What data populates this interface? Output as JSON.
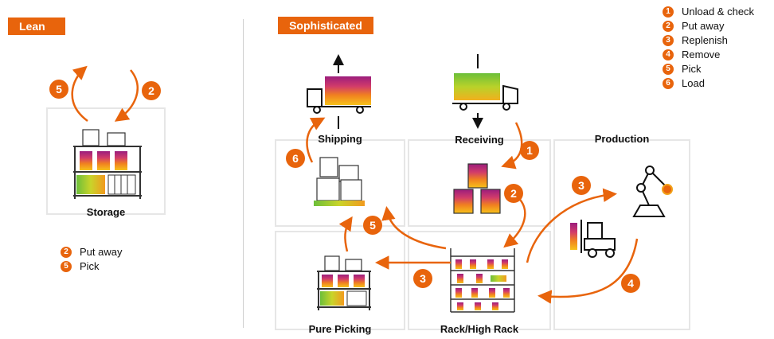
{
  "headers": {
    "lean": "Lean",
    "sophisticated": "Sophisticated"
  },
  "zones": {
    "storage": "Storage",
    "shipping": "Shipping",
    "receiving": "Receiving",
    "production": "Production",
    "pure_picking": "Pure Picking",
    "rack": "Rack/High Rack"
  },
  "legend_main": [
    {
      "num": "1",
      "label": "Unload & check"
    },
    {
      "num": "2",
      "label": "Put away"
    },
    {
      "num": "3",
      "label": "Replenish"
    },
    {
      "num": "4",
      "label": "Remove"
    },
    {
      "num": "5",
      "label": "Pick"
    },
    {
      "num": "6",
      "label": "Load"
    }
  ],
  "legend_lean": [
    {
      "num": "2",
      "label": "Put away"
    },
    {
      "num": "5",
      "label": "Pick"
    }
  ],
  "badges": {
    "lean_pick": "5",
    "lean_putaway": "2",
    "soph_load": "6",
    "soph_unload": "1",
    "soph_putaway": "2",
    "soph_replenish_production": "3",
    "soph_pick": "5",
    "soph_replenish_picking": "3",
    "soph_remove": "4"
  },
  "colors": {
    "accent": "#e8640c",
    "box_border": "#e6e6e6"
  }
}
